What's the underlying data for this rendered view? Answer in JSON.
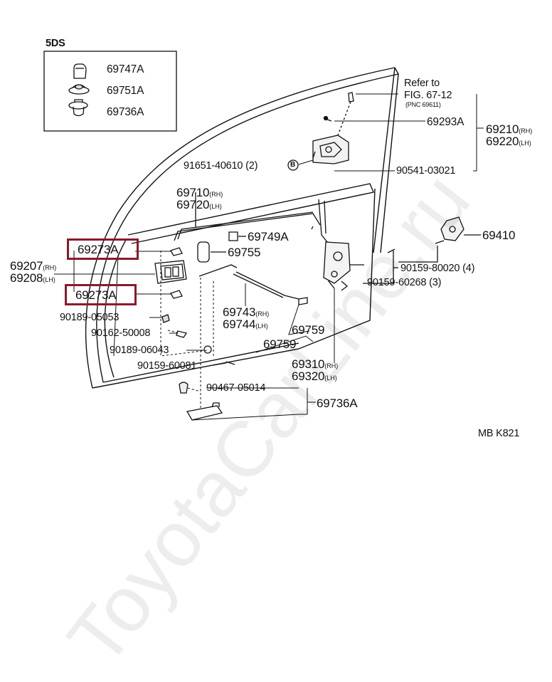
{
  "inset": {
    "title": "5DS",
    "parts": [
      "69747A",
      "69751A",
      "69736A"
    ]
  },
  "refer": {
    "line1": "Refer to",
    "line2": "FIG. 67-12",
    "line3": "(PNC 69611)"
  },
  "labels": {
    "p69293A": "69293A",
    "p69210": "69210",
    "p69220": "69220",
    "rh": "(RH)",
    "lh": "(LH)",
    "p91651": "91651-40610",
    "p91651qty": "(2)",
    "b_mark": "B",
    "p90541": "90541-03021",
    "p69710": "69710",
    "p69720": "69720",
    "p69749A": "69749A",
    "p69755": "69755",
    "p69410": "69410",
    "p69273A_top": "69273A",
    "p69273A_bot": "69273A",
    "p69207": "69207",
    "p69208": "69208",
    "p90159_80020": "90159-80020",
    "p90159_80020qty": "(4)",
    "p90159_60268": "90159-60268",
    "p90159_60268qty": "(3)",
    "p90189_05053": "90189-05053",
    "p69743": "69743",
    "p69744": "69744",
    "p90162": "90162-50008",
    "p69759a": "69759",
    "p69759b": "69759",
    "p90189_06043": "90189-06043",
    "p90159_60081": "90159-60081",
    "p69310": "69310",
    "p69320": "69320",
    "p90467": "90467-05014",
    "p69736A": "69736A",
    "footer": "MB  K821"
  },
  "colors": {
    "line": "#111111",
    "highlight": "#8a1a2c"
  },
  "watermark": "ToyotaCarLine.ru"
}
